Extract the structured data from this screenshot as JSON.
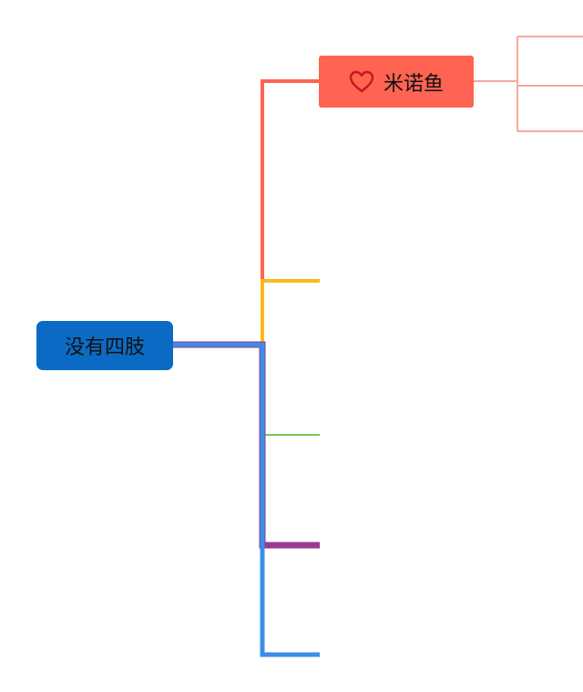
{
  "root": {
    "label": "没有四肢",
    "color": "#0b6bc4"
  },
  "child": {
    "label": "米诺鱼",
    "icon": "heart-outline-icon",
    "color": "#ff6352",
    "icon_color": "#c7151f"
  },
  "branches": [
    {
      "name": "branch-red",
      "color": "#ff6352"
    },
    {
      "name": "branch-yellow",
      "color": "#ffb81c"
    },
    {
      "name": "branch-green",
      "color": "#6fcd55"
    },
    {
      "name": "branch-purple",
      "color": "#963b8f"
    },
    {
      "name": "branch-blue",
      "color": "#3a8ee8"
    }
  ],
  "leaf_connector_color": "#f8a79b"
}
